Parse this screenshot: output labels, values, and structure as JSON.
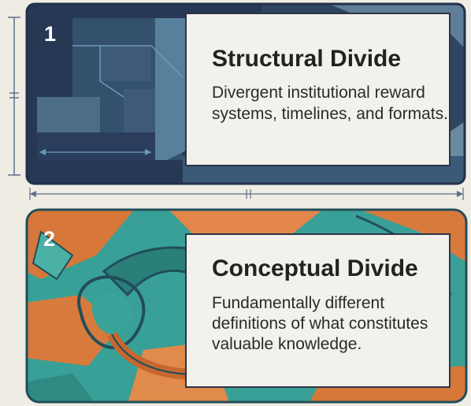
{
  "panels": [
    {
      "number": "1",
      "title": "Structural Divide",
      "description": "Divergent institutional reward systems, timelines, and formats."
    },
    {
      "number": "2",
      "title": "Conceptual Divide",
      "description": "Fundamentally different definitions of what constitutes valuable knowledge."
    }
  ],
  "colors": {
    "structural_dark": "#263552",
    "structural_mid": "#4d6a82",
    "structural_accent": "#5f8fa8",
    "conceptual_teal": "#3aa39a",
    "conceptual_orange": "#d97a3d",
    "card_bg": "#f3f1eb",
    "outline": "#2b3446"
  }
}
